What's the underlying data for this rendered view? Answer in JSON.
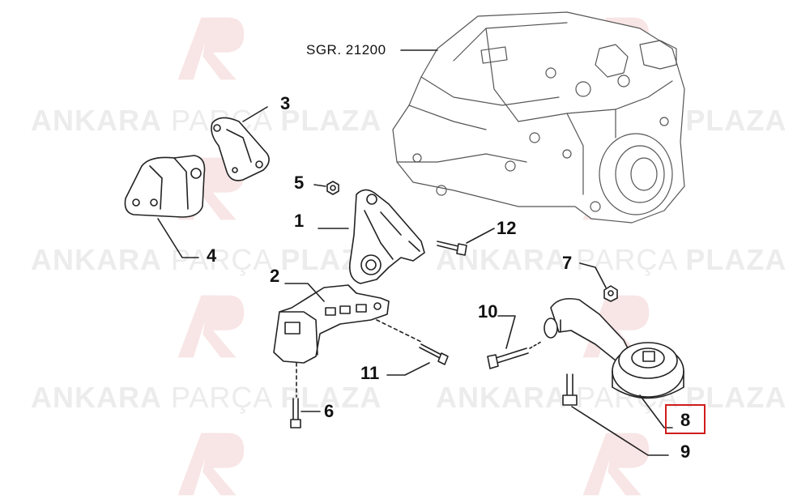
{
  "reference": "SGR. 21200",
  "watermark": {
    "bold1": "ANKARA",
    "light": "PARÇA",
    "bold2": "PLAZA"
  },
  "labels": {
    "l1": "1",
    "l2": "2",
    "l3": "3",
    "l4": "4",
    "l5": "5",
    "l6": "6",
    "l7": "7",
    "l8": "8",
    "l9": "9",
    "l10": "10",
    "l11": "11",
    "l12": "12"
  },
  "highlighted_part": "8",
  "colors": {
    "highlight": "#d01c1c",
    "ink": "#222222",
    "watermark": "#ececec"
  }
}
